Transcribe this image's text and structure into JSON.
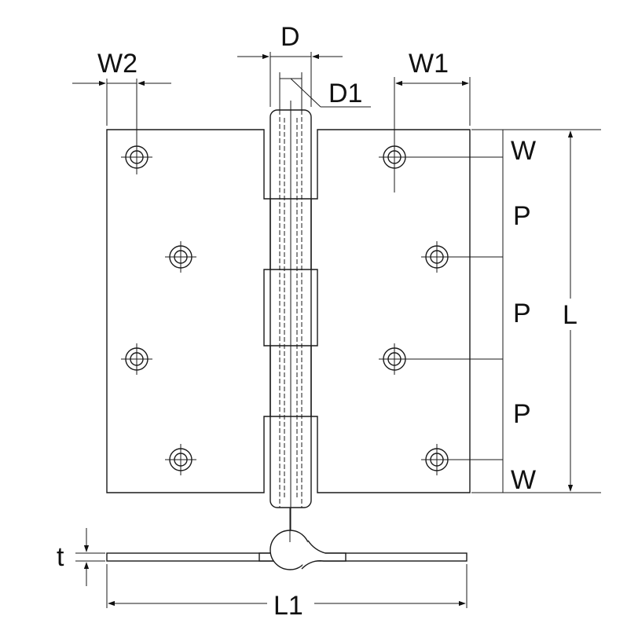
{
  "labels": {
    "D": "D",
    "D1": "D1",
    "W1": "W1",
    "W2": "W2",
    "W_top": "W",
    "P1": "P",
    "P2": "P",
    "P3": "P",
    "W_bottom": "W",
    "L": "L",
    "L1": "L1",
    "t": "t"
  },
  "colors": {
    "line": "#1a1a1a",
    "background": "#ffffff"
  }
}
